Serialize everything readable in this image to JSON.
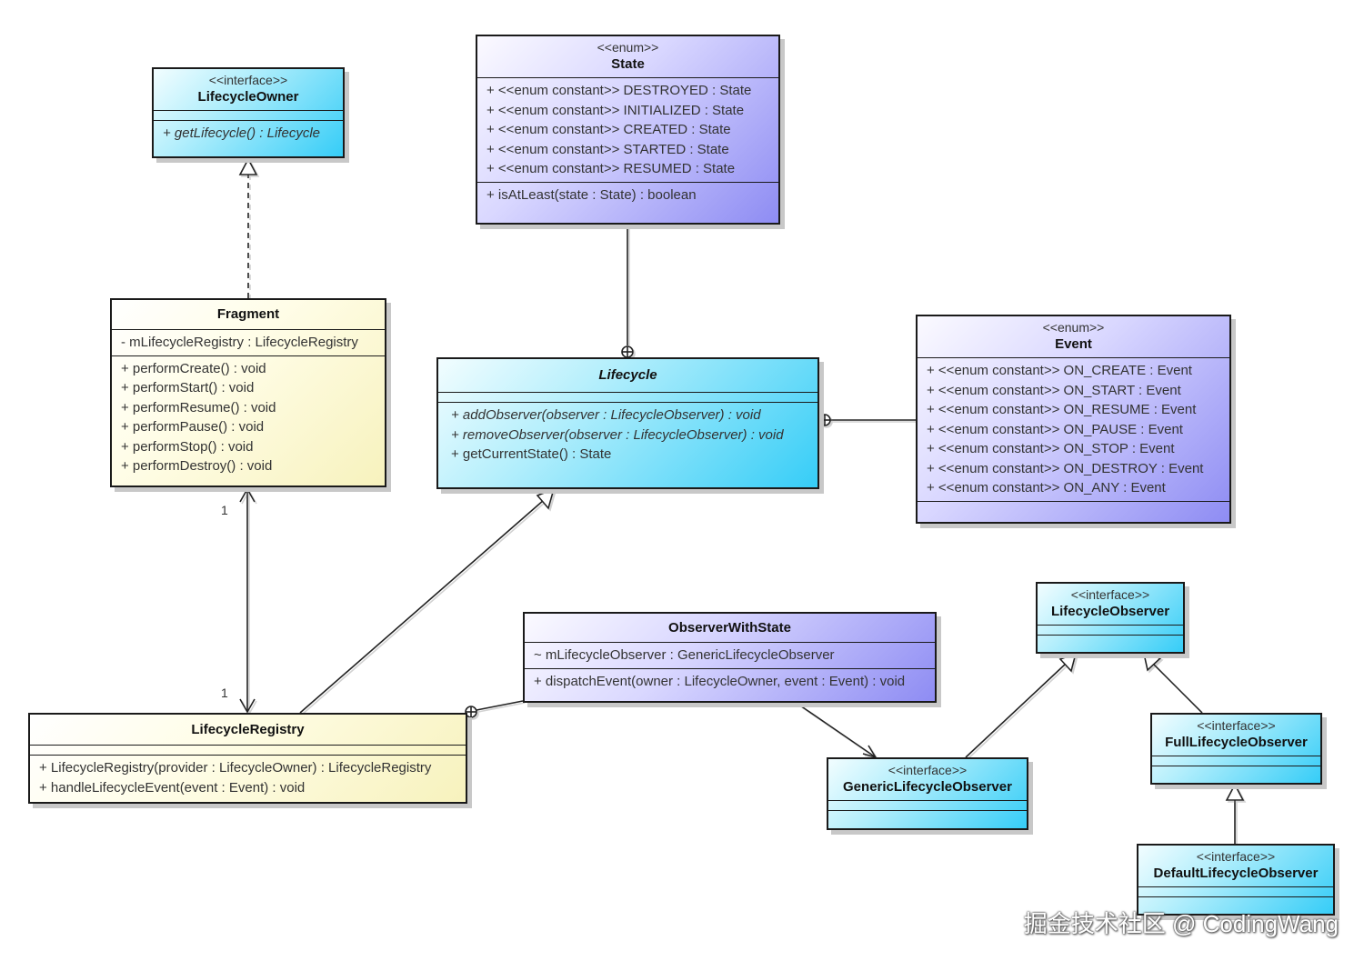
{
  "classes": {
    "lifecycle_owner": {
      "stereotype": "<<interface>>",
      "name": "LifecycleOwner",
      "operations": [
        "+ getLifecycle() : Lifecycle"
      ]
    },
    "state": {
      "stereotype": "<<enum>>",
      "name": "State",
      "attributes": [
        "+ <<enum constant>> DESTROYED : State",
        "+ <<enum constant>> INITIALIZED : State",
        "+ <<enum constant>> CREATED : State",
        "+ <<enum constant>> STARTED : State",
        "+ <<enum constant>> RESUMED : State"
      ],
      "operations": [
        "+ isAtLeast(state : State) : boolean"
      ]
    },
    "fragment": {
      "name": "Fragment",
      "attributes": [
        "- mLifecycleRegistry : LifecycleRegistry"
      ],
      "operations": [
        "+ performCreate() : void",
        "+ performStart() : void",
        "+ performResume() : void",
        "+ performPause() : void",
        "+ performStop() : void",
        "+ performDestroy() : void"
      ]
    },
    "lifecycle": {
      "name": "Lifecycle",
      "operations": [
        "+ addObserver(observer : LifecycleObserver) : void",
        "+ removeObserver(observer : LifecycleObserver) : void",
        "+ getCurrentState() : State"
      ]
    },
    "event": {
      "stereotype": "<<enum>>",
      "name": "Event",
      "attributes": [
        "+ <<enum constant>> ON_CREATE : Event",
        "+ <<enum constant>> ON_START : Event",
        "+ <<enum constant>> ON_RESUME : Event",
        "+ <<enum constant>> ON_PAUSE : Event",
        "+ <<enum constant>> ON_STOP : Event",
        "+ <<enum constant>> ON_DESTROY : Event",
        "+ <<enum constant>> ON_ANY : Event"
      ]
    },
    "lifecycle_observer": {
      "stereotype": "<<interface>>",
      "name": "LifecycleObserver"
    },
    "observer_with_state": {
      "name": "ObserverWithState",
      "attributes": [
        "~ mLifecycleObserver : GenericLifecycleObserver"
      ],
      "operations": [
        "+ dispatchEvent(owner : LifecycleOwner, event : Event) : void"
      ]
    },
    "lifecycle_registry": {
      "name": "LifecycleRegistry",
      "operations": [
        "+ LifecycleRegistry(provider : LifecycleOwner) : LifecycleRegistry",
        "+ handleLifecycleEvent(event : Event) : void"
      ]
    },
    "full_lifecycle_observer": {
      "stereotype": "<<interface>>",
      "name": "FullLifecycleObserver"
    },
    "generic_lifecycle_observer": {
      "stereotype": "<<interface>>",
      "name": "GenericLifecycleObserver"
    },
    "default_lifecycle_observer": {
      "stereotype": "<<interface>>",
      "name": "DefaultLifecycleObserver"
    }
  },
  "multiplicities": {
    "fragment_end": "1",
    "registry_end": "1"
  },
  "relationships": [
    {
      "from": "fragment",
      "to": "lifecycle_owner",
      "type": "realization"
    },
    {
      "from": "lifecycle_registry",
      "to": "lifecycle",
      "type": "generalization"
    },
    {
      "from": "state",
      "to": "lifecycle",
      "type": "nesting"
    },
    {
      "from": "event",
      "to": "lifecycle",
      "type": "nesting"
    },
    {
      "from": "fragment",
      "to": "lifecycle_registry",
      "type": "association"
    },
    {
      "from": "observer_with_state",
      "to": "lifecycle_registry",
      "type": "nesting"
    },
    {
      "from": "observer_with_state",
      "to": "generic_lifecycle_observer",
      "type": "association"
    },
    {
      "from": "generic_lifecycle_observer",
      "to": "lifecycle_observer",
      "type": "generalization"
    },
    {
      "from": "full_lifecycle_observer",
      "to": "lifecycle_observer",
      "type": "generalization"
    },
    {
      "from": "default_lifecycle_observer",
      "to": "full_lifecycle_observer",
      "type": "generalization"
    }
  ],
  "watermark": "掘金技术社区 @ CodingWang"
}
